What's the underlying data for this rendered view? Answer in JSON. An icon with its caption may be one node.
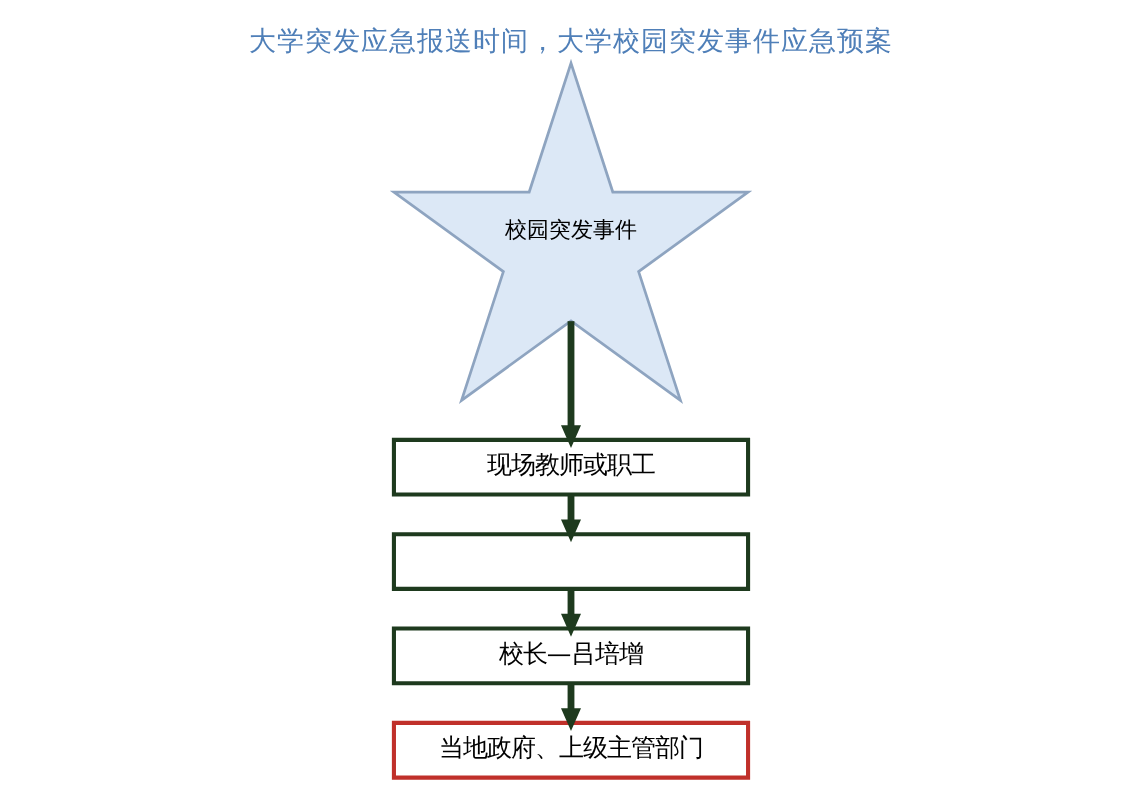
{
  "diagram": {
    "title": "大学突发应急报送时间，大学校园突发事件应急预案",
    "nodes": [
      {
        "text": [
          "校园突发事件"
        ]
      },
      {
        "text": [
          "现场教师或职工"
        ]
      },
      {
        "text": [],
        "shape": "box"
      },
      {
        "text": [
          "校长—吕培增"
        ]
      },
      {
        "text": [
          "当地政府、上级主管部门"
        ]
      }
    ],
    "edges": [
      {
        "from": 0,
        "to": 1,
        "arrow": "to"
      },
      {
        "from": 1,
        "to": 2,
        "arrow": "to"
      },
      {
        "from": 2,
        "to": 3,
        "arrow": "to"
      },
      {
        "from": 3,
        "to": 4,
        "arrow": "to"
      }
    ]
  }
}
